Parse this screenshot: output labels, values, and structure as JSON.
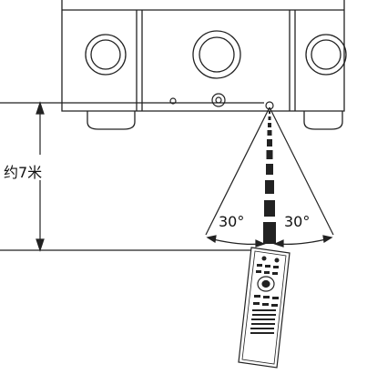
{
  "diagram": {
    "distance_label": "约7米",
    "angle_left": "30°",
    "angle_right": "30°"
  }
}
